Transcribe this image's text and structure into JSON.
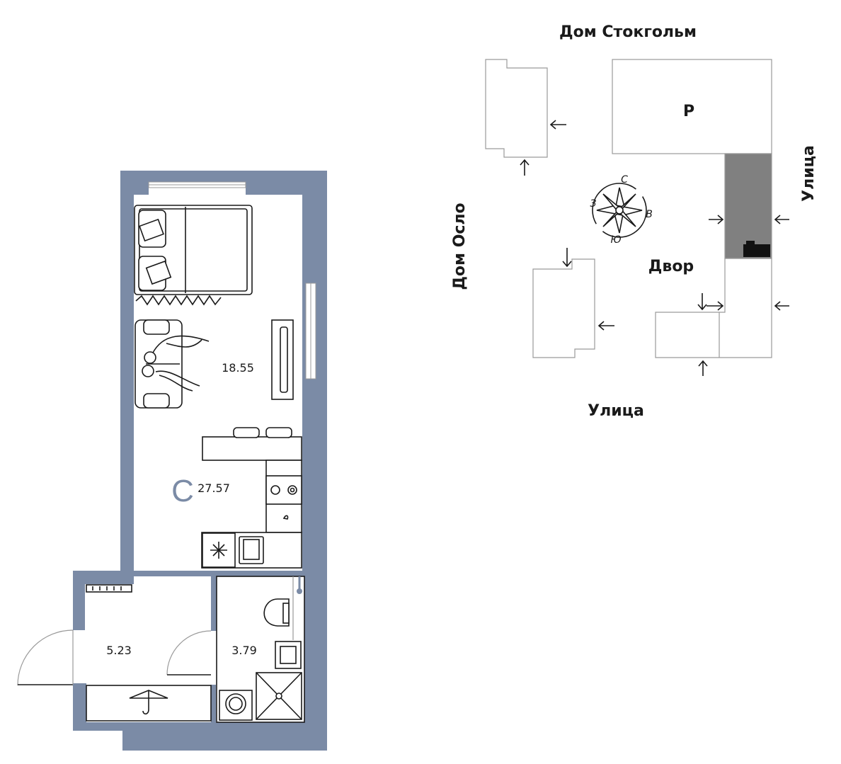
{
  "floorplan": {
    "rooms": [
      {
        "id": "living",
        "area": "18.55"
      },
      {
        "id": "studio",
        "area": "27.57"
      },
      {
        "id": "hall",
        "area": "5.23"
      },
      {
        "id": "bath",
        "area": "3.79"
      }
    ],
    "studio_letter": "С",
    "colors": {
      "wall": "#7b8ba6",
      "accent": "#7b8ba6",
      "line": "#1a1a1a"
    }
  },
  "siteplan": {
    "north_building": "Дом Стокгольм",
    "west_building": "Дом Осло",
    "south_street": "Улица",
    "east_street": "Улица",
    "courtyard": "Двор",
    "parking": "Р",
    "compass": {
      "north": "С",
      "south": "Ю",
      "west": "З",
      "east": "В"
    },
    "colors": {
      "highlight": "#808080",
      "outline": "#9a9a9a"
    }
  }
}
